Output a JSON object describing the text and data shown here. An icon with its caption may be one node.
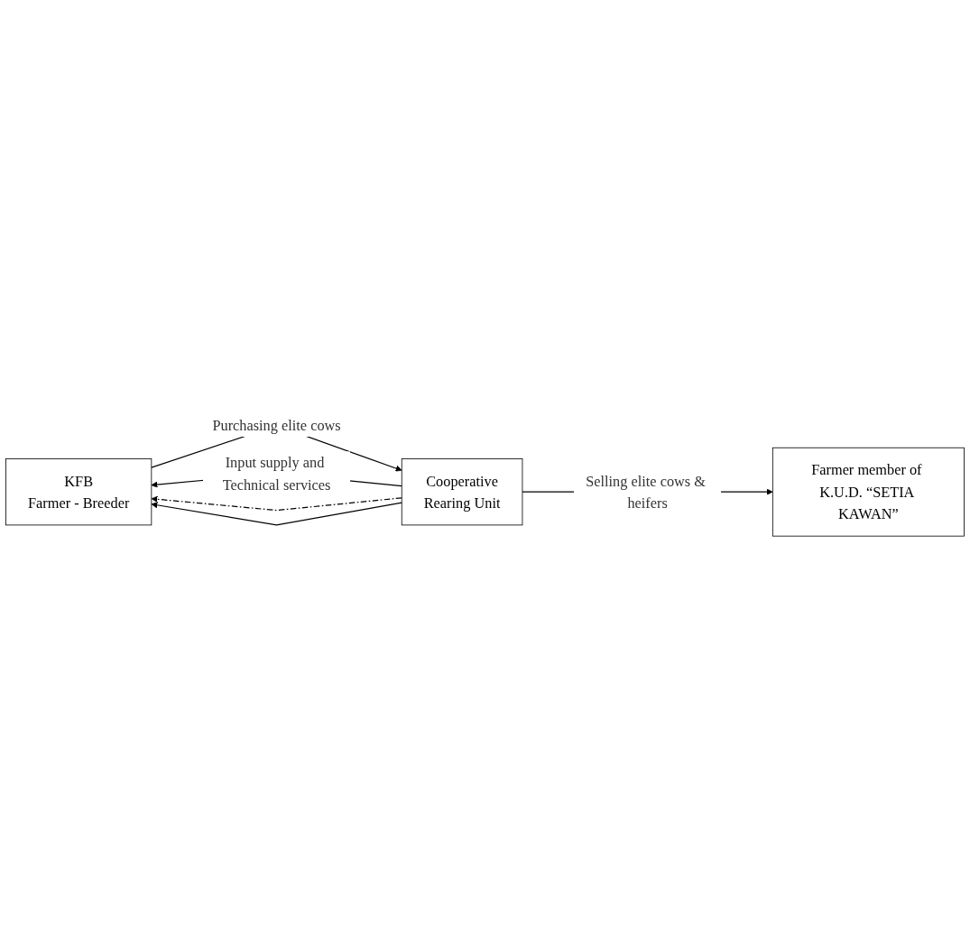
{
  "diagram": {
    "nodes": [
      {
        "text": [
          "KFB",
          "Farmer - Breeder"
        ]
      },
      {
        "text": [
          "Cooperative",
          "Rearing Unit"
        ]
      },
      {
        "text": [
          "Farmer member of K.U.D. “SETIA KAWAN”"
        ]
      }
    ],
    "edges": [
      {
        "from": 1,
        "to": 0,
        "arrow": "to",
        "label": "Input supply and Technical services"
      },
      {
        "from": 1,
        "to": 0,
        "arrow": "to",
        "style": "dashed"
      },
      {
        "from": 0,
        "to": 1,
        "arrow": "to",
        "label": "Purchasing elite cows"
      },
      {
        "from": 1,
        "to": 0,
        "arrow": "to"
      },
      {
        "from": 1,
        "to": 2,
        "arrow": "to",
        "label": "Selling elite cows & heifers"
      }
    ]
  }
}
